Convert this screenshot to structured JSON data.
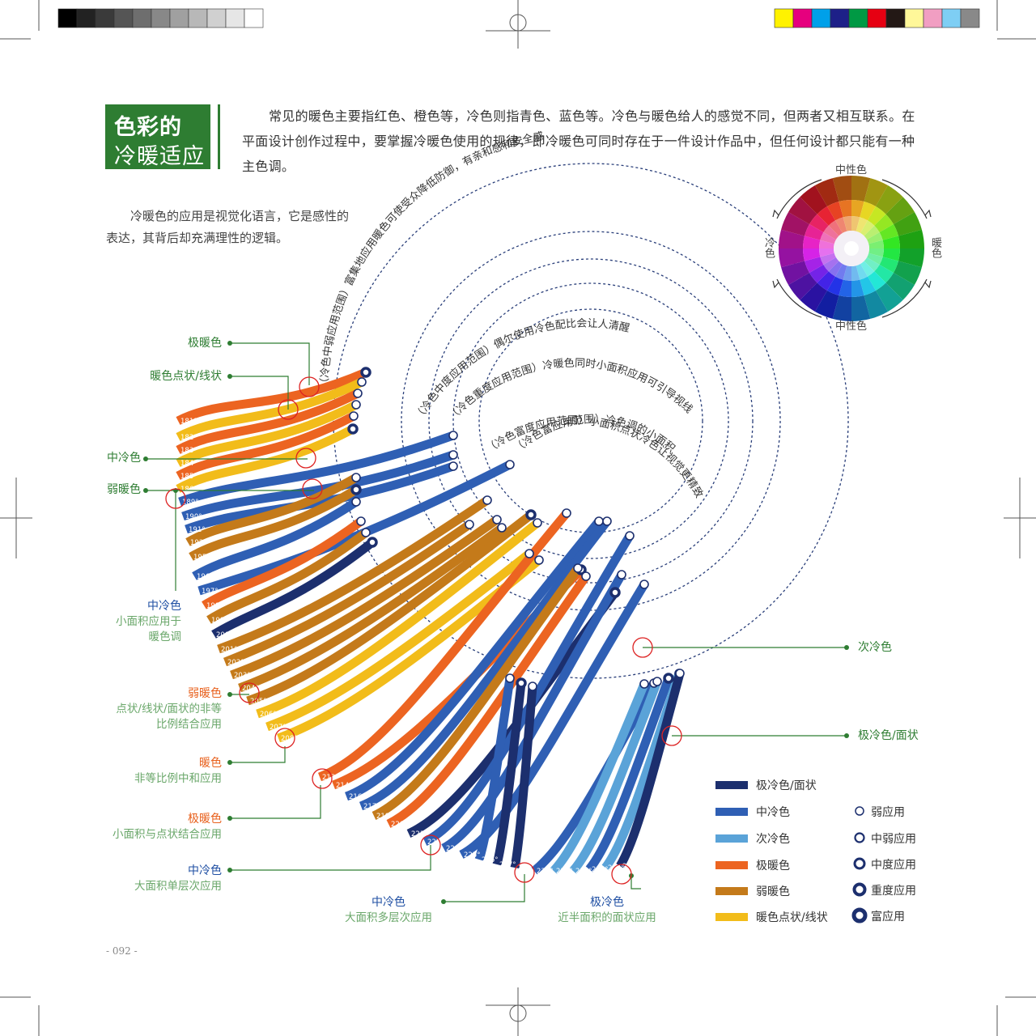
{
  "title": {
    "line1": "色彩的",
    "line2": "冷暖适应"
  },
  "intro": "常见的暖色主要指红色、橙色等，冷色则指青色、蓝色等。冷色与暖色给人的感觉不同，但两者又相互联系。在平面设计创作过程中，要掌握冷暖色使用的规律，即冷暖色可同时存在于一件设计作品中，但任何设计都只能有一种主色调。",
  "lead": "冷暖色的应用是视觉化语言，它是感性的表达，其背后却充满理性的逻辑。",
  "wheel": {
    "top": "中性色",
    "bottom": "中性色",
    "left": "冷色",
    "right": "暖色"
  },
  "arc_labels": [
    "（冷色中弱应用范围）富集地应用暖色可使受众降低防御，有亲和感和安全感",
    "（冷色中度应用范围）偶尔使用冷色配比会让人清醒",
    "（冷色重度应用范围）冷暖色同时小面积应用可引导视线",
    "（冷色富度应用范围）小面积点状冷色让视觉更精致",
    "（冷色富应用范围）冷色调的小面积应用"
  ],
  "annotations": {
    "a1": {
      "l1": "极暖色"
    },
    "a2": {
      "l1": "暖色点状/线状"
    },
    "a3": {
      "l1": "中冷色"
    },
    "a4": {
      "l1": "弱暖色"
    },
    "a5": {
      "l1": "中冷色",
      "l2a": "小面积应用于",
      "l2b": "暖色调"
    },
    "a6": {
      "l1": "弱暖色",
      "l2a": "点状/线状/面状的非等",
      "l2b": "比例结合应用"
    },
    "a7": {
      "l1": "暖色",
      "l2a": "非等比例中和应用"
    },
    "a8": {
      "l1": "极暖色",
      "l2a": "小面积与点状结合应用"
    },
    "a9": {
      "l1": "中冷色",
      "l2a": "大面积单层次应用"
    },
    "a10": {
      "l1": "中冷色",
      "l2a": "大面积多层次应用"
    },
    "a11": {
      "l1": "极冷色",
      "l2a": "近半面积的面状应用"
    },
    "a12": {
      "l1": "次冷色"
    },
    "a13": {
      "l1": "极冷色/面状"
    }
  },
  "legend_colors": [
    {
      "label": "极冷色/面状",
      "color": "#1c2f6e"
    },
    {
      "label": "中冷色",
      "color": "#2f5fb4"
    },
    {
      "label": "次冷色",
      "color": "#5aa3d8"
    },
    {
      "label": "极暖色",
      "color": "#ec6421"
    },
    {
      "label": "弱暖色",
      "color": "#c47a1a"
    },
    {
      "label": "暖色点状/线状",
      "color": "#f2bc1a"
    }
  ],
  "legend_levels": [
    {
      "label": "弱应用"
    },
    {
      "label": "中弱应用"
    },
    {
      "label": "中度应用"
    },
    {
      "label": "重度应用"
    },
    {
      "label": "富应用"
    }
  ],
  "band_numbers": [
    "181°",
    "182°",
    "183°",
    "184°",
    "185°",
    "186°",
    "189°",
    "190°",
    "191°",
    "192°",
    "195°",
    "196°",
    "197°",
    "198°",
    "199°",
    "200°",
    "201°",
    "202°",
    "203°",
    "204°",
    "205°",
    "206°",
    "207°",
    "208°",
    "213°",
    "214°",
    "216°",
    "217°",
    "219°",
    "220°",
    "221°",
    "222°",
    "224°",
    "225°",
    "226°",
    "227°",
    "230°",
    "232°",
    "234°",
    "235°",
    "238°",
    "239°",
    "240°",
    "242°"
  ],
  "page_number": "- 092 -",
  "colors": {
    "deep": "#1c2f6e",
    "mid": "#2f5fb4",
    "light": "#5aa3d8",
    "hot": "#ec6421",
    "warmweak": "#c47a1a",
    "yellow": "#f2bc1a",
    "green": "#2e7d32"
  }
}
